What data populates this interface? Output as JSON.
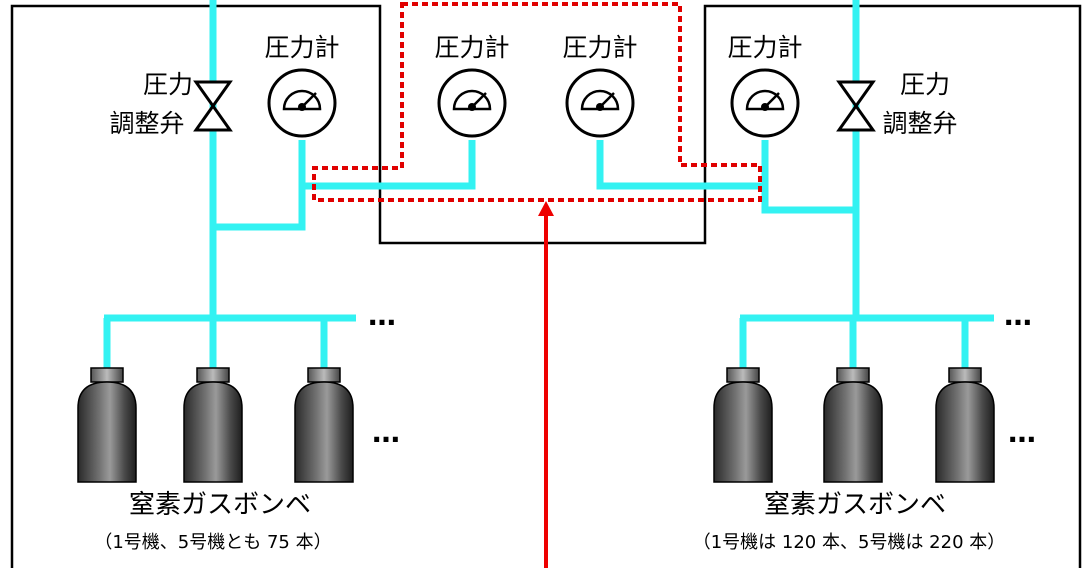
{
  "diagram": {
    "left": {
      "valve_label_line1": "圧力",
      "valve_label_line2": "調整弁",
      "gauge_label": "圧力計",
      "manifold_ellipsis": "…",
      "cylinder_ellipsis": "…",
      "cylinders_title": "窒素ガスボンベ",
      "cylinders_note": "（1号機、5号機とも 75 本）"
    },
    "center": {
      "gauge1_label": "圧力計",
      "gauge2_label": "圧力計"
    },
    "right": {
      "gauge_label": "圧力計",
      "valve_label_line1": "圧力",
      "valve_label_line2": "調整弁",
      "manifold_ellipsis": "…",
      "cylinder_ellipsis": "…",
      "cylinders_title": "窒素ガスボンベ",
      "cylinders_note": "（1号機は 120 本、5号機は 220 本）"
    },
    "colors": {
      "pipe": "#33f2f2",
      "highlight": "#e00000",
      "arrow": "#ee0000",
      "outline": "#000000"
    }
  }
}
